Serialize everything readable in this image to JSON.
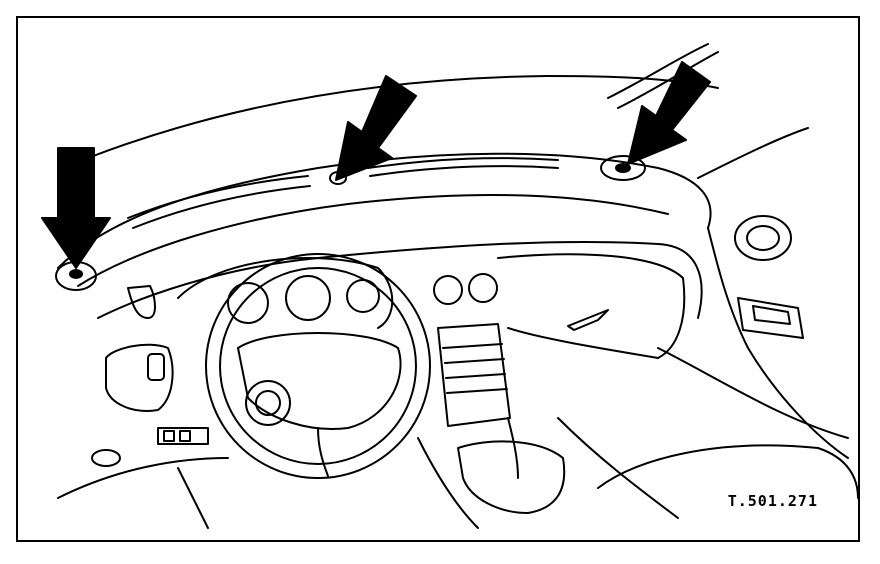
{
  "figure": {
    "reference_code": "T.501.271"
  },
  "callouts": {
    "arrow_left": "callout-arrow",
    "arrow_center": "callout-arrow",
    "arrow_right": "callout-arrow"
  },
  "colors": {
    "line": "#000000",
    "background": "#ffffff"
  }
}
